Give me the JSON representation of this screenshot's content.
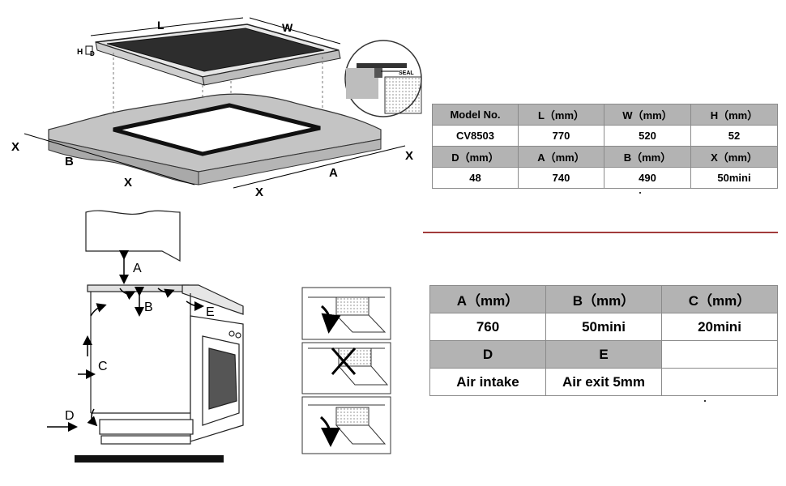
{
  "diagram": {
    "labels": {
      "L": "L",
      "W": "W",
      "H": "H",
      "D": "D",
      "seal": "SEAL",
      "X": "X",
      "B": "B",
      "A": "A",
      "install_A": "A",
      "install_B": "B",
      "install_C": "C",
      "install_D": "D",
      "install_E": "E"
    }
  },
  "table1": {
    "rows": [
      [
        "Model No.",
        "L（mm）",
        "W（mm）",
        "H（mm）"
      ],
      [
        "CV8503",
        "770",
        "520",
        "52"
      ],
      [
        "D（mm）",
        "A（mm）",
        "B（mm）",
        "X（mm）"
      ],
      [
        "48",
        "740",
        "490",
        "50mini"
      ]
    ]
  },
  "table2": {
    "rows": [
      [
        "A（mm）",
        "B（mm）",
        "C（mm）"
      ],
      [
        "760",
        "50mini",
        "20mini"
      ],
      [
        "D",
        "E",
        ""
      ],
      [
        "Air intake",
        "Air exit 5mm",
        ""
      ]
    ]
  },
  "colors": {
    "header_fill": "#b3b3b3",
    "divider": "#a23b3b",
    "glass": "#2f2f2f",
    "counter": "#bdbdbd"
  }
}
